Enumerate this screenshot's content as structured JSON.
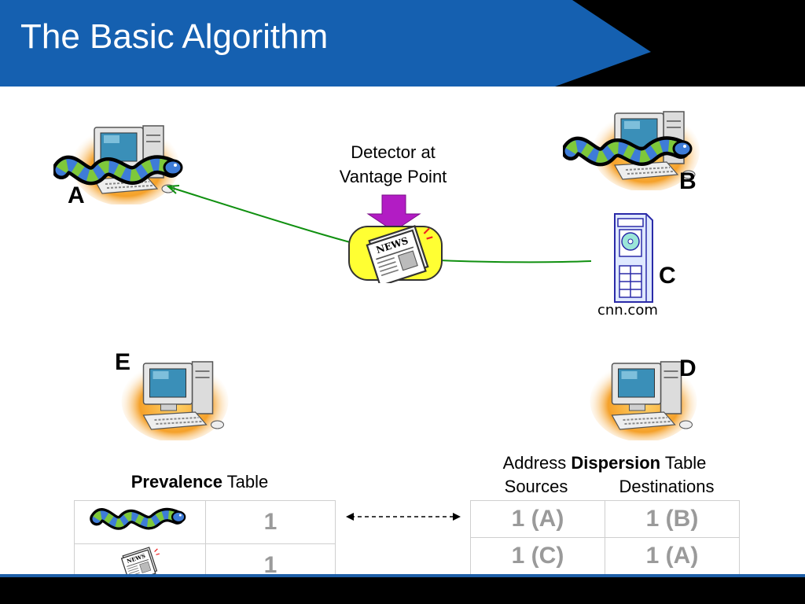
{
  "slide": {
    "title": "The Basic Algorithm"
  },
  "diagram": {
    "detector_label_line1": "Detector at",
    "detector_label_line2": "Vantage Point",
    "news_text": "NEWS",
    "nodes": {
      "a": "A",
      "b": "B",
      "c": "C",
      "d": "D",
      "e": "E"
    },
    "server_caption": "cnn.com"
  },
  "prevalence_table": {
    "title_bold": "Prevalence",
    "title_rest": " Table",
    "rows": [
      {
        "icon": "worm-icon",
        "count": "1"
      },
      {
        "icon": "newspaper-icon",
        "count": "1"
      }
    ]
  },
  "dispersion_table": {
    "title_pre": "Address ",
    "title_bold": "Dispersion",
    "title_post": " Table",
    "col_sources": "Sources",
    "col_destinations": "Destinations",
    "rows": [
      {
        "sources": "1 (A)",
        "destinations": "1 (B)"
      },
      {
        "sources": "1 (C)",
        "destinations": "1 (A)"
      }
    ]
  },
  "colors": {
    "title_blue": "#1560b0",
    "arrow_green": "#109010",
    "detector_yellow": "#ffff33",
    "detector_arrow_purple": "#b21cc4",
    "worm_green": "#7ec83a",
    "worm_blue": "#3e7cd8"
  }
}
